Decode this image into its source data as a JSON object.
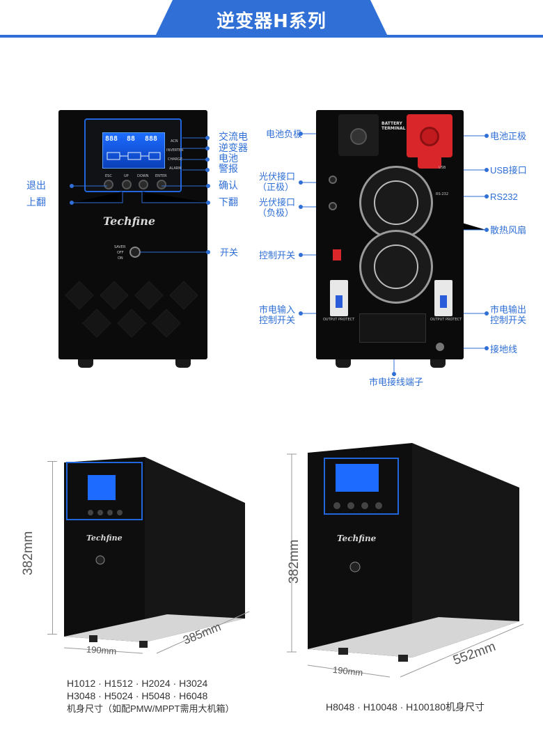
{
  "header": {
    "title": "逆变器H系列"
  },
  "front": {
    "brand": "Techfine",
    "leds": [
      "ACN",
      "INVERTER",
      "CHARGE",
      "ALARM"
    ],
    "buttons": [
      "ESC",
      "UP",
      "DOWN",
      "ENTER"
    ],
    "switch_labels": [
      "SAVER",
      "OFF",
      "ON"
    ],
    "lcd_readouts": [
      "888",
      "88",
      "888"
    ],
    "labels": {
      "ac": "交流电",
      "inverter": "逆变器",
      "battery": "电池",
      "alarm": "警报",
      "esc": "退出",
      "up": "上翻",
      "enter": "确认",
      "down": "下翻",
      "switch": "开关"
    }
  },
  "rear": {
    "battery_terminal": "BATTERY\nTERMINAL",
    "output_protect": "OUTPUT PROTECT",
    "port_usb": "USB",
    "port_rs232": "RS-232",
    "labels": {
      "bat_neg": "电池负极",
      "bat_pos": "电池正极",
      "pv_pos_1": "光伏接口",
      "pv_pos_2": "（正极）",
      "usb": "USB接口",
      "pv_neg_1": "光伏接口",
      "pv_neg_2": "（负极）",
      "rs232": "RS232",
      "fan": "散热风扇",
      "ctrl_switch": "控制开关",
      "mains_in_1": "市电输入",
      "mains_in_2": "控制开关",
      "mains_out_1": "市电输出",
      "mains_out_2": "控制开关",
      "ground": "接地线",
      "mains_terminal": "市电接线端子"
    }
  },
  "small_unit": {
    "height": "382mm",
    "width": "190mm",
    "depth": "385mm",
    "caption": [
      "H1012 · H1512 · H2024 · H3024",
      "H3048 · H5024 · H5048 · H6048",
      "机身尺寸（如配PMW/MPPT需用大机箱）"
    ]
  },
  "large_unit": {
    "height": "382mm",
    "width": "190mm",
    "depth": "552mm",
    "caption": "H8048 · H10048 · H100180机身尺寸"
  },
  "colors": {
    "accent": "#2f6fd6",
    "unit_body": "#0b0b0b",
    "lcd": "#1d6cff",
    "terminal_red": "#d8262a"
  }
}
